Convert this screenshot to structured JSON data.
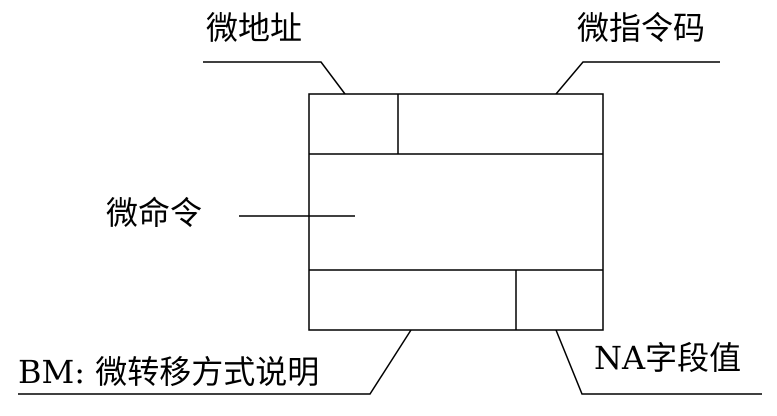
{
  "diagram": {
    "labels": {
      "micro_address": "微地址",
      "micro_opcode": "微指令码",
      "micro_command": "微命令",
      "bm": "BM: 微转移方式说明",
      "na": "NA字段值"
    },
    "colors": {
      "stroke": "#000000",
      "background": "#ffffff"
    }
  }
}
